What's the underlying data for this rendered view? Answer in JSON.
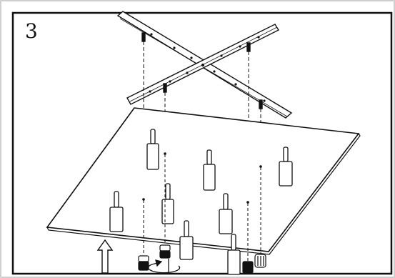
{
  "diagram": {
    "step_number": "3",
    "parts": {
      "mounting_bars": "mounting-bracket-cross",
      "panel": "flat-panel",
      "standoffs": "standoff-posts",
      "screws": "screws",
      "nuts": "nuts"
    },
    "icons": {
      "up_arrow": "up-arrow-icon",
      "rotate_arrow": "rotate-arrow-icon"
    },
    "colors": {
      "line": "#111111",
      "background": "#ffffff",
      "border": "#111111"
    }
  }
}
